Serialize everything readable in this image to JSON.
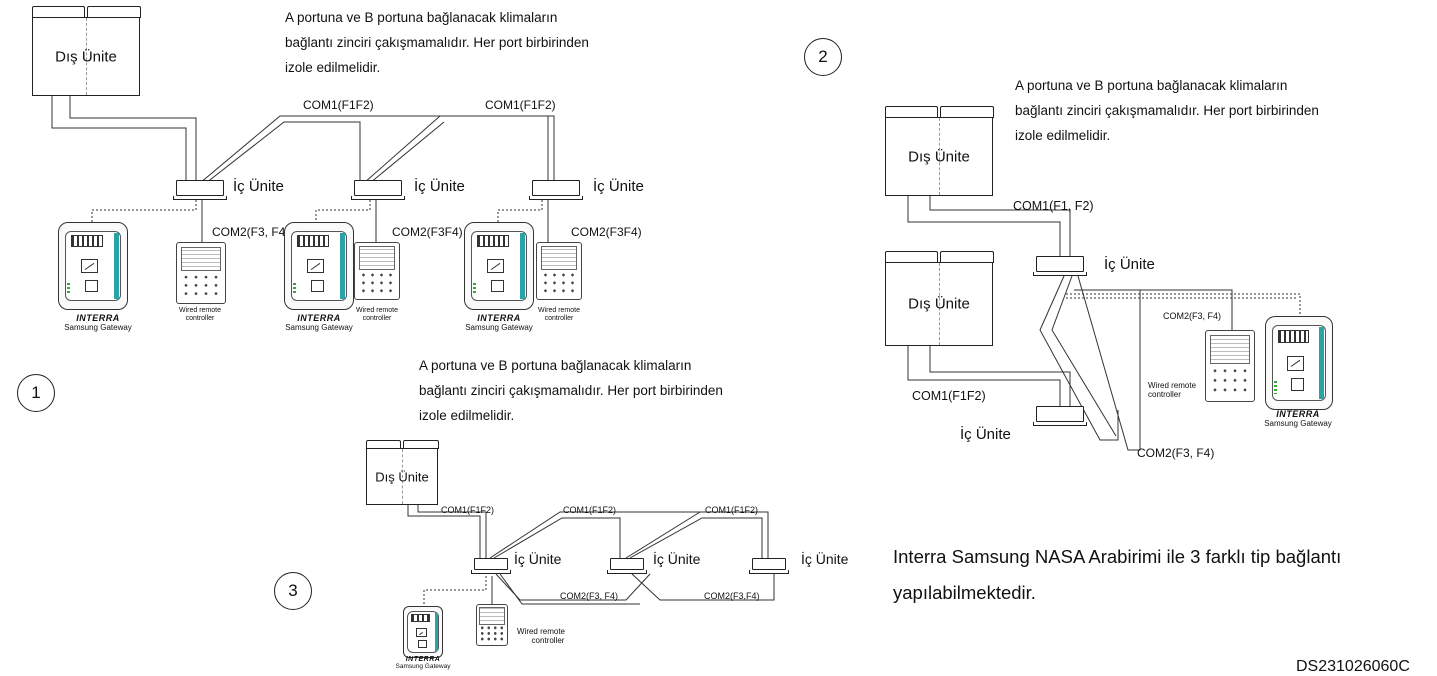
{
  "panel1": {
    "note_lines": [
      "A portuna ve B portuna bağlanacak klimaların",
      "bağlantı zinciri çakışmamalıdır. Her port birbirinden",
      "izole edilmelidir."
    ],
    "outdoor_label": "Dış Ünite",
    "indoor_label": "İç Ünite",
    "com1_label": "COM1(F1F2)",
    "com2_labels": [
      "COM2(F3, F4)",
      "COM2(F3F4)",
      "COM2(F3F4)"
    ],
    "gateway_brand": "INTERRA",
    "gateway_label": "Samsung Gateway",
    "remote_label_1": "Wired remote",
    "remote_label_2": "controller",
    "number": "1"
  },
  "panel2": {
    "number": "2",
    "note_lines": [
      "A portuna ve B portuna bağlanacak klimaların",
      "bağlantı zinciri çakışmamalıdır. Her port birbirinden",
      "izole edilmelidir."
    ],
    "outdoor_label": "Dış Ünite",
    "indoor_label": "İç Ünite",
    "com1_top": "COM1(F1,  F2)",
    "com1_bottom": "COM1(F1F2)",
    "com2_small": "COM2(F3, F4)",
    "com2_bottom": "COM2(F3,  F4)",
    "remote_label_1": "Wired remote",
    "remote_label_2": "controller",
    "gateway_brand": "INTERRA",
    "gateway_label": "Samsung Gateway"
  },
  "panel3": {
    "number": "3",
    "note_lines": [
      "A portuna ve B portuna bağlanacak klimaların",
      "bağlantı zinciri çakışmamalıdır. Her port birbirinden",
      "izole edilmelidir."
    ],
    "outdoor_label": "Dış Ünite",
    "indoor_label": "İç Ünite",
    "com1_label": "COM1(F1F2)",
    "com2_label_1": "COM2(F3, F4)",
    "com2_label_2": "COM2(F3,F4)",
    "remote_label_1": "Wired remote",
    "remote_label_2": "controller",
    "gateway_brand": "INTERRA",
    "gateway_label": "Samsung Gateway"
  },
  "footer": {
    "summary_line_1": "Interra Samsung NASA Arabirimi ile 3 farklı tip bağlantı",
    "summary_line_2": "yapılabilmektedir.",
    "doc_code": "DS231026060C"
  }
}
